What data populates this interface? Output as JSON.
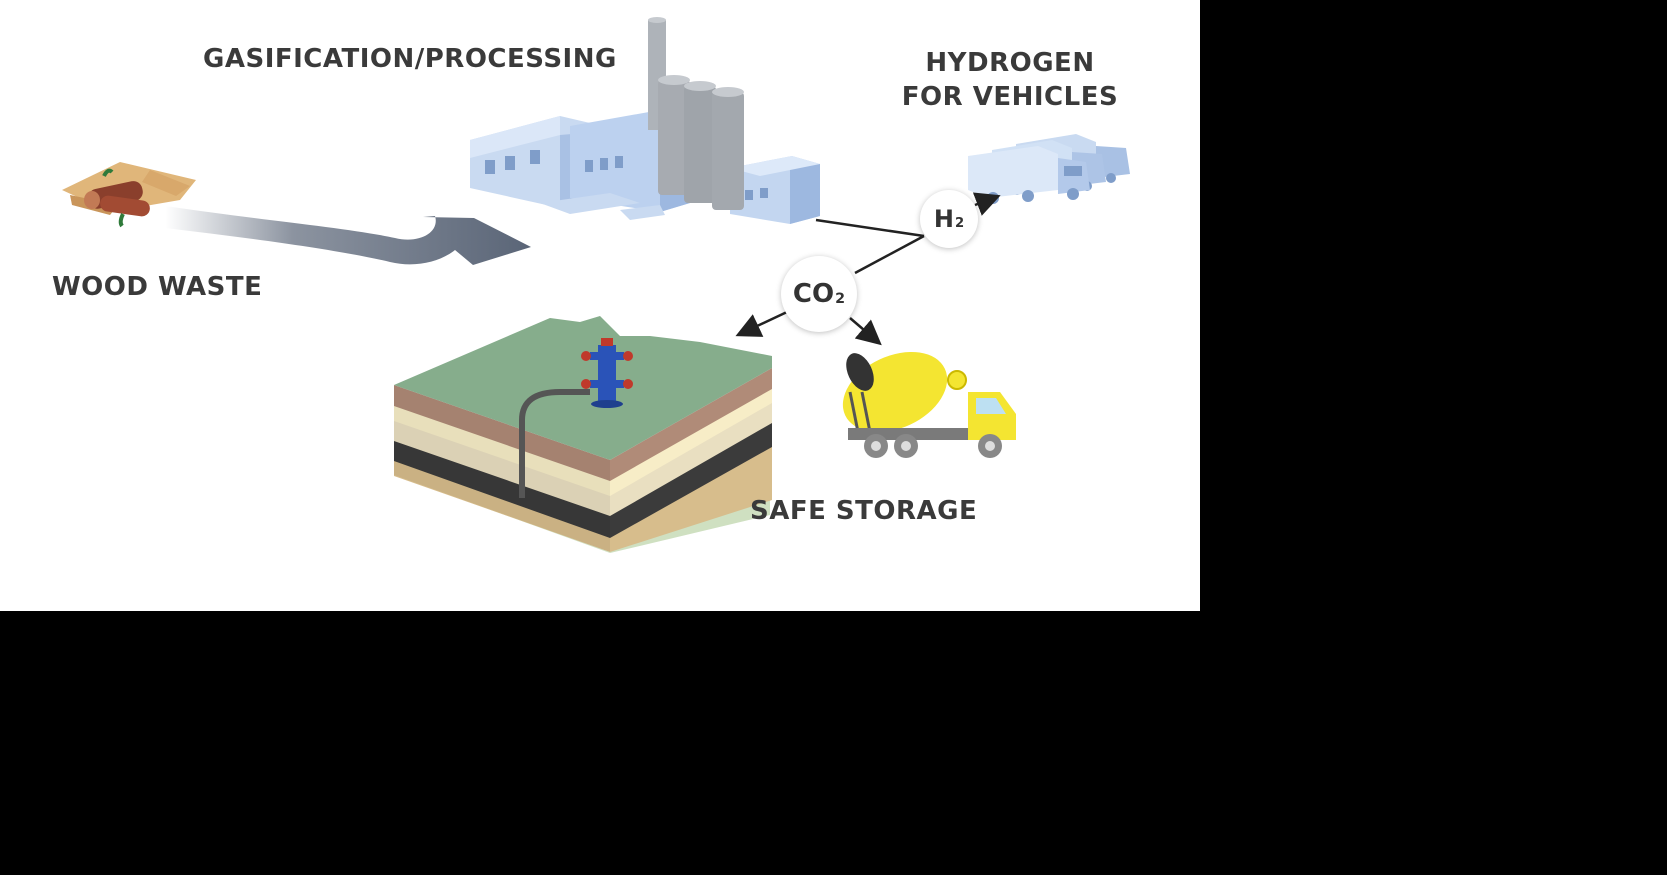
{
  "labels": {
    "gasification": "GASIFICATION/PROCESSING",
    "hydrogen_line1": "HYDROGEN",
    "hydrogen_line2": "FOR VEHICLES",
    "wood_waste": "WOOD WASTE",
    "safe_storage": "SAFE STORAGE"
  },
  "molecules": {
    "h2_base": "H",
    "h2_sub": "2",
    "co2_base": "CO",
    "co2_sub": "2"
  },
  "colors": {
    "panel": "#ffffff",
    "outside": "#000000",
    "text": "#3a3a3a",
    "arrow": "#5a6577",
    "factory": "#c3d6f0",
    "truck": "#f4e531",
    "grass": "#86ad8c"
  },
  "icons": [
    "wood-pile-icon",
    "factory-icon",
    "chimney-icon",
    "hydrogen-trucks-icon",
    "wellhead-icon",
    "cement-mixer-truck-icon",
    "ground-layers-icon"
  ]
}
